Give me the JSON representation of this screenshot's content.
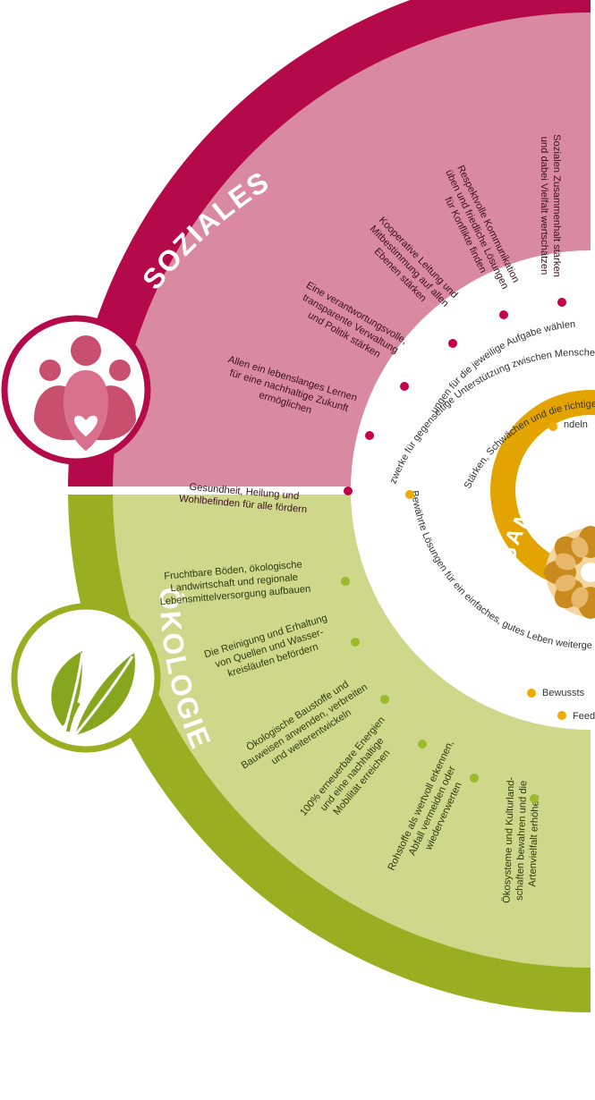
{
  "sections": {
    "soziales": {
      "title": "SOZIALES",
      "colors": {
        "ring": "#b50a4a",
        "fill": "#d98aa0",
        "dot": "#c4004a",
        "icon": "#c8506e"
      },
      "icon": "people-heart-icon",
      "goals": [
        {
          "lines": [
            "Sozialen Zusammenhalt stärken",
            "und dabei Vielfalt wertschätzen"
          ]
        },
        {
          "lines": [
            "Respektvolle Kommunikation",
            "üben und friedliche Lösungen",
            "für Konflikte finden"
          ]
        },
        {
          "lines": [
            "Kooperative Leitung und",
            "Mitbestimmung auf allen",
            "Ebenen stärken"
          ]
        },
        {
          "lines": [
            "Eine verantwortungsvolle,",
            "transparente Verwaltung",
            "und Politik stärken"
          ]
        },
        {
          "lines": [
            "Allen ein lebenslanges Lernen",
            "für eine nachhaltige Zukunft",
            "ermöglichen"
          ]
        },
        {
          "lines": [
            "Gesundheit, Heilung und",
            "Wohlbefinden für alle fördern"
          ]
        }
      ]
    },
    "oekologie": {
      "title": "ÖKOLOGIE",
      "colors": {
        "ring": "#9aae22",
        "fill": "#cfd88a",
        "dot": "#9cba2a",
        "icon": "#86a61e"
      },
      "icon": "leaves-icon",
      "goals": [
        {
          "lines": [
            "Fruchtbare Böden, ökologische",
            "Landwirtschaft und regionale",
            "Lebensmittelversorgung aufbauen"
          ]
        },
        {
          "lines": [
            "Die Reinigung und Erhaltung",
            "von Quellen und Wasser-",
            "kreisläufen befördern"
          ]
        },
        {
          "lines": [
            "Ökologische Baustoffe und",
            "Bauweisen anwenden, verbreiten",
            "und weiterentwickeln"
          ]
        },
        {
          "lines": [
            "100% erneuerbare Energien",
            "und eine nachhaltige",
            "Mobilität erreichen"
          ]
        },
        {
          "lines": [
            "Rohstoffe als wertvoll erkennen,",
            "Abfall vermeiden oder",
            "wiederverwerten"
          ]
        },
        {
          "lines": [
            "Ökosysteme und Kulturland-",
            "schaften bewahren und die",
            "Artenvielfalt erhöhen"
          ]
        }
      ]
    },
    "ganzheitlich": {
      "title": "GANZHEIT",
      "colors": {
        "ring": "#e3a400",
        "dot": "#f0aa00",
        "icon": "#c98a1e"
      },
      "icon": "mandala-icon",
      "curved": [
        "ungen für die jeweilige Aufgabe wählen",
        "zwerke für gegenseitige Unterstützung zwischen Menschen und Orten aufbauen",
        "Stärken, Schwächen und die richtigen Ansatzpunkte für Veränderu",
        "Bewährte Lösungen für ein einfaches, gutes Leben weitergeben"
      ],
      "fragments": [
        "ndeln",
        "Bewussts",
        "Feed"
      ]
    }
  }
}
